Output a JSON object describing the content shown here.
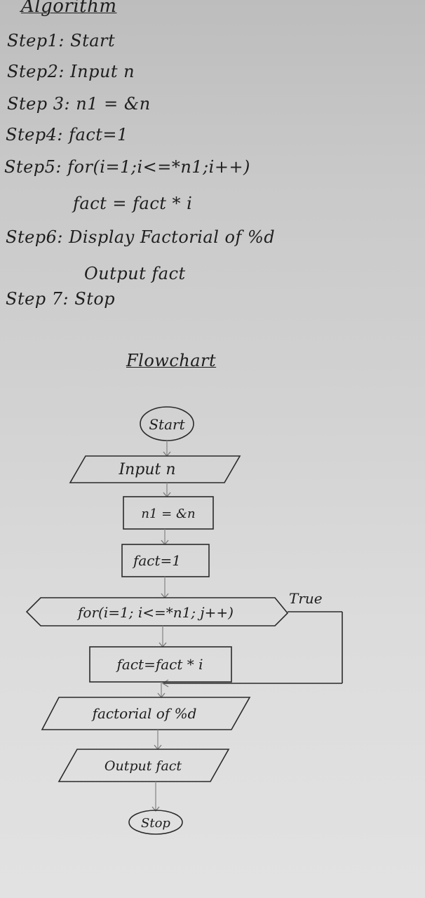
{
  "algorithm": {
    "title": "Algorithm",
    "steps": [
      "Step1: Start",
      "Step2: Input n",
      "Step 3: n1 = &n",
      "Step4: fact=1",
      "Step5: for(i=1;i<=*n1;i++)",
      "fact = fact * i",
      "Step6: Display Factorial of %d",
      "Output fact",
      "Step 7: Stop"
    ]
  },
  "flowchart": {
    "title": "Flowchart",
    "start": "Start",
    "input": "Input n",
    "assign_n1": "n1 = &n",
    "init_fact": "fact=1",
    "loop": "for(i=1; i<=*n1; j++)",
    "loop_true": "True",
    "body": "fact=fact * i",
    "display": "factorial of %d",
    "output": "Output fact",
    "stop": "Stop"
  }
}
